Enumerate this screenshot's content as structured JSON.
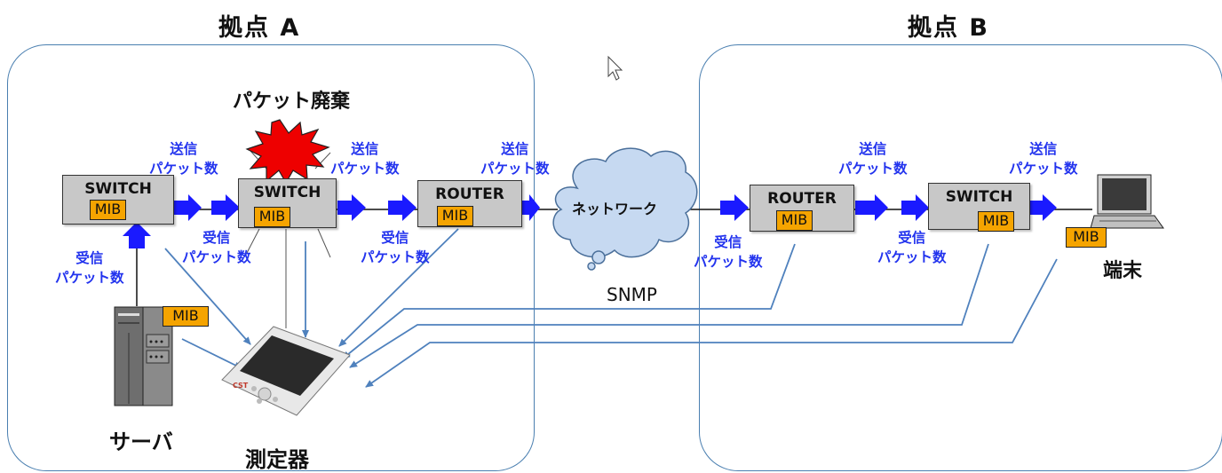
{
  "sites": {
    "a_title": "拠点 A",
    "b_title": "拠点 B"
  },
  "devices": {
    "switch_a1": "SWITCH",
    "switch_a2": "SWITCH",
    "router_a": "ROUTER",
    "router_b": "ROUTER",
    "switch_b": "SWITCH",
    "mib": "MIB"
  },
  "labels": {
    "packet_drop": "パケット廃棄",
    "send_line1": "送信",
    "recv_line1": "受信",
    "packet_count": "パケット数",
    "network": "ネットワーク",
    "snmp": "SNMP",
    "terminal": "端末",
    "server": "サーバ",
    "meter": "測定器",
    "meter_brand": "CST"
  },
  "colors": {
    "arrow_blue": "#1a1aff",
    "label_blue": "#2233ee",
    "mib_orange": "#f5a400",
    "line_blue": "#4f81bd",
    "site_border": "#4a7fb0",
    "cloud_fill": "#c6d9f1",
    "burst_red": "#ee0000"
  }
}
